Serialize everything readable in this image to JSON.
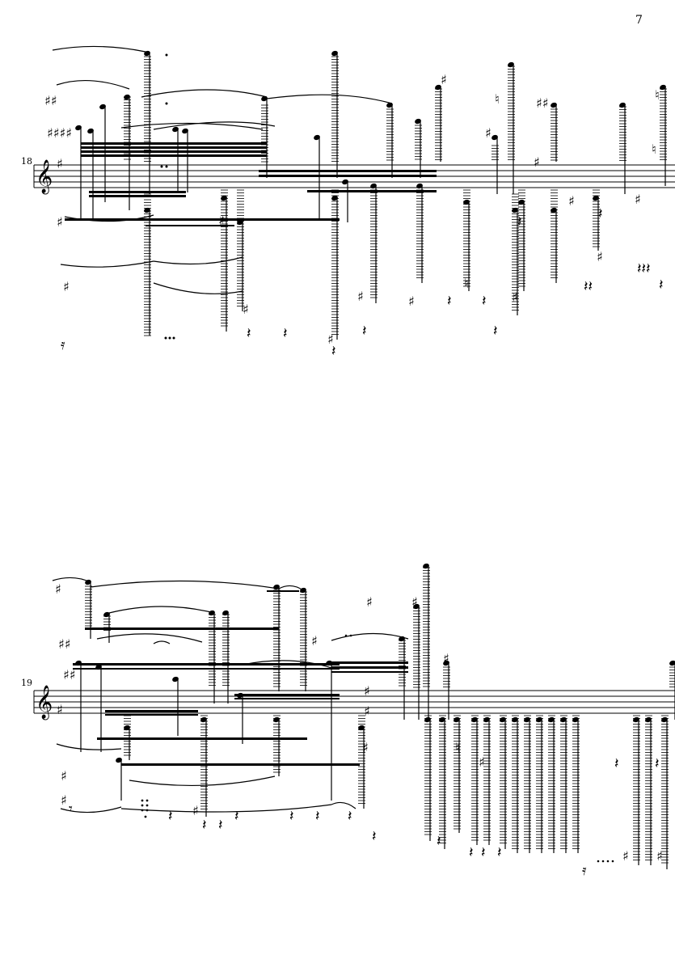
{
  "page": {
    "number": "7"
  },
  "systems": [
    {
      "measure_number": "18"
    },
    {
      "measure_number": "19"
    }
  ]
}
